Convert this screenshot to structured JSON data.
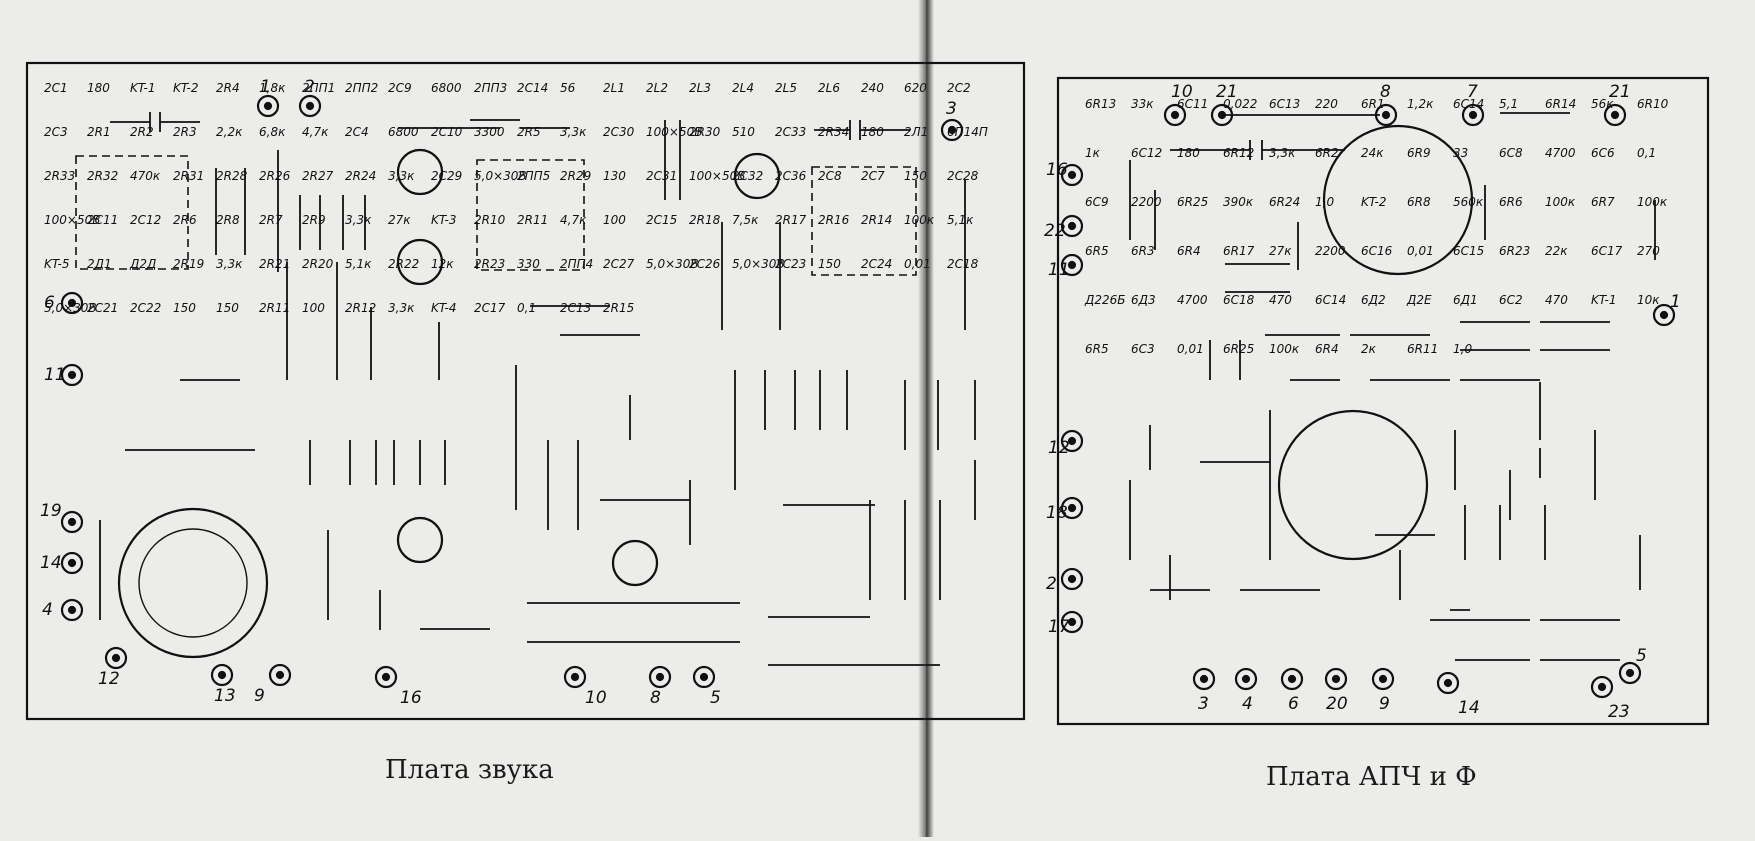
{
  "colors": {
    "paper": "#ececea",
    "ink": "#111111"
  },
  "board_sound": {
    "caption": "Плата звука",
    "labels": [
      "2C1",
      "180",
      "KT-1",
      "KT-2",
      "2R4",
      "1,8к",
      "2ПП1",
      "2ПП2",
      "2C9",
      "6800",
      "2ПП3",
      "2C14",
      "56",
      "2L1",
      "2L2",
      "2L3",
      "2L4",
      "2L5",
      "2L6",
      "240",
      "620",
      "2C2",
      "2C3",
      "2R1",
      "2R2",
      "2R3",
      "2,2к",
      "6,8к",
      "4,7к",
      "2C4",
      "6800",
      "2C10",
      "3300",
      "2R5",
      "3,3к",
      "2C30",
      "100×50В",
      "2R30",
      "510",
      "2C33",
      "2R34",
      "180",
      "2Л1",
      "6П14П",
      "2R33",
      "2R32",
      "470к",
      "2R31",
      "2R28",
      "2R26",
      "2R27",
      "2R24",
      "3,3к",
      "2C29",
      "5,0×30В",
      "2ПП5",
      "2R29",
      "130",
      "2C31",
      "100×50В",
      "2C32",
      "2C36",
      "2C8",
      "2C7",
      "150",
      "2C28",
      "100×50В",
      "2C11",
      "2C12",
      "2R6",
      "2R8",
      "2R7",
      "2R9",
      "3,3к",
      "27к",
      "KT-3",
      "2R10",
      "2R11",
      "4,7к",
      "100",
      "2C15",
      "2R18",
      "7,5к",
      "2R17",
      "2R16",
      "2R14",
      "100к",
      "5,1к",
      "KT-5",
      "2Д1",
      "Д2Д",
      "2R19",
      "3,3к",
      "2R21",
      "2R20",
      "5,1к",
      "2R22",
      "12к",
      "2R23",
      "330",
      "2ПП4",
      "2C27",
      "5,0×30В",
      "2C26",
      "5,0×30В",
      "2C23",
      "150",
      "2C24",
      "0,01",
      "2C18",
      "5,0×30В",
      "2C21",
      "2C22",
      "150",
      "150",
      "2R11",
      "100",
      "2R12",
      "3,3к",
      "KT-4",
      "2C17",
      "0,1",
      "2C13",
      "2R15"
    ],
    "pins": [
      "1",
      "2",
      "3",
      "6",
      "11",
      "19",
      "14",
      "4",
      "12",
      "13",
      "9",
      "16",
      "10",
      "8",
      "5"
    ]
  },
  "board_afc": {
    "caption": "Плата АПЧ и Ф",
    "labels": [
      "6R13",
      "33к",
      "6C11",
      "0,022",
      "6C13",
      "220",
      "6R1",
      "1,2к",
      "6C14",
      "5,1",
      "6R14",
      "56к",
      "6R10",
      "1к",
      "6C12",
      "180",
      "6R12",
      "3,3к",
      "6R2",
      "24к",
      "6R9",
      "33",
      "6C8",
      "4700",
      "6C6",
      "0,1",
      "6C9",
      "2200",
      "6R25",
      "390к",
      "6R24",
      "1,0",
      "KT-2",
      "6R8",
      "560к",
      "6R6",
      "100к",
      "6R7",
      "100к",
      "6R5",
      "6R3",
      "6R4",
      "6R17",
      "27к",
      "2200",
      "6C16",
      "0,01",
      "6C15",
      "6R23",
      "22к",
      "6C17",
      "270",
      "Д226Б",
      "6Д3",
      "4700",
      "6C18",
      "470",
      "6C14",
      "6Д2",
      "Д2Е",
      "6Д1",
      "6C2",
      "470",
      "KT-1",
      "10к",
      "6R5",
      "6C3",
      "0,01",
      "6R25",
      "100к",
      "6R4",
      "2к",
      "6R11",
      "1,0"
    ],
    "pins": [
      "10",
      "21",
      "8",
      "7",
      "21",
      "16",
      "22",
      "11",
      "1",
      "12",
      "18",
      "2",
      "17",
      "3",
      "4",
      "6",
      "20",
      "9",
      "14",
      "5",
      "23"
    ]
  }
}
